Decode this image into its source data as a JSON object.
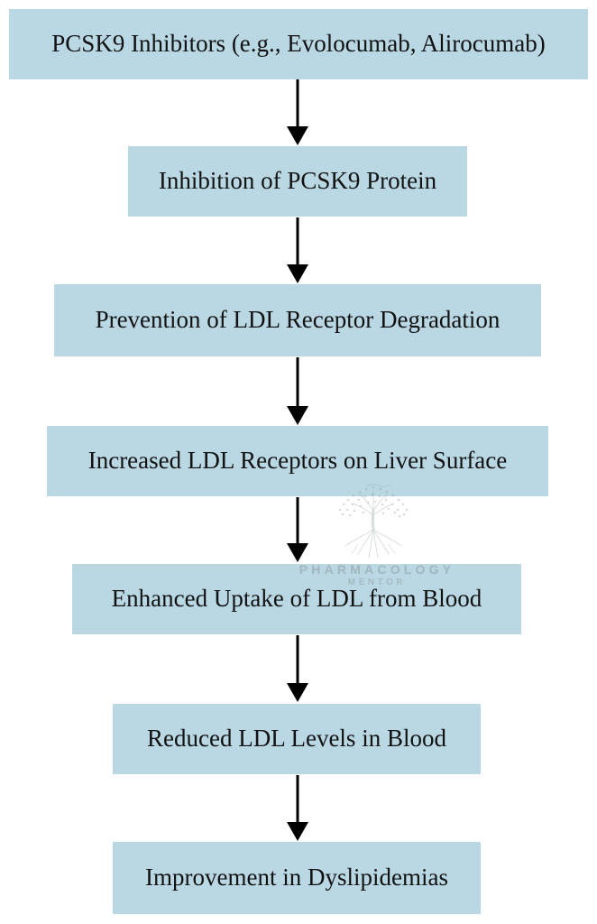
{
  "flowchart": {
    "type": "vertical-flowchart",
    "direction": "top-to-bottom",
    "connector_icon": "down-arrow-icon",
    "steps": [
      "PCSK9 Inhibitors (e.g., Evolocumab, Alirocumab)",
      "Inhibition of PCSK9 Protein",
      "Prevention of LDL Receptor Degradation",
      "Increased LDL Receptors on Liver Surface",
      "Enhanced Uptake of LDL from Blood",
      "Reduced LDL Levels in Blood",
      "Improvement in Dyslipidemias"
    ]
  },
  "watermark": {
    "logo_icon": "tree-logo-icon",
    "line1": "PHARMACOLOGY",
    "line2": "MENTOR"
  },
  "colors": {
    "background": "#ffffff",
    "box_fill": "#b9d8e4",
    "box_text": "#121212",
    "arrow": "#000000",
    "watermark_text": "#9fb0b5"
  }
}
